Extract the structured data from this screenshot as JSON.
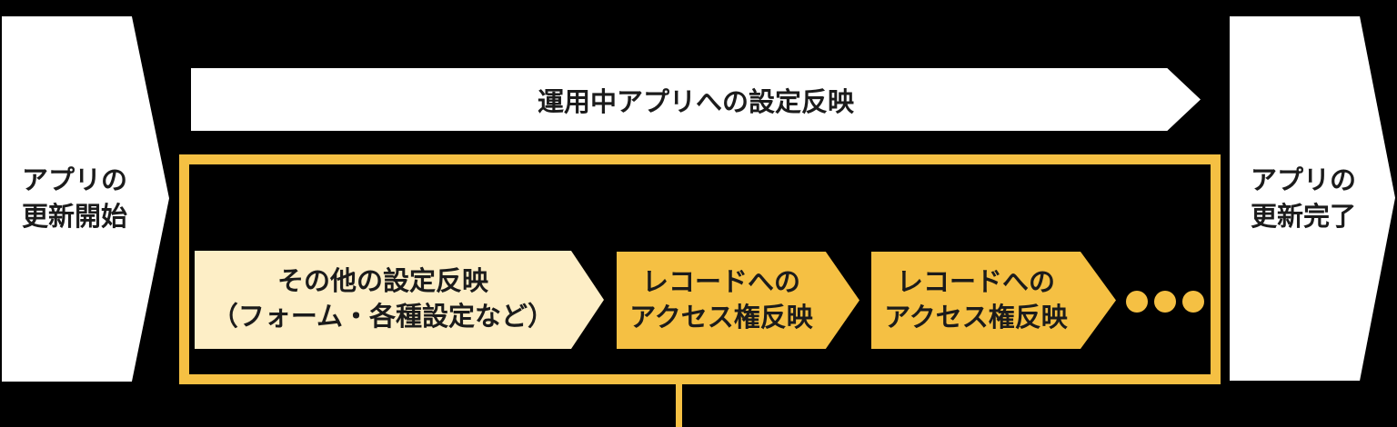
{
  "colors": {
    "background": "#000000",
    "shape_white": "#ffffff",
    "accent_orange": "#f5c043",
    "step_cream": "#fdeec6",
    "text_dark": "#1b1b1b"
  },
  "start_milestone": {
    "line1": "アプリの",
    "line2": "更新開始"
  },
  "end_milestone": {
    "line1": "アプリの",
    "line2": "更新完了"
  },
  "banner": {
    "label": "運用中アプリへの設定反映"
  },
  "process_box": {
    "steps": [
      {
        "style": "cream",
        "line1": "その他の設定反映",
        "line2": "（フォーム・各種設定など）"
      },
      {
        "style": "orange",
        "line1": "レコードへの",
        "line2": "アクセス権反映"
      },
      {
        "style": "orange",
        "line1": "レコードへの",
        "line2": "アクセス権反映"
      }
    ],
    "ellipsis_dot_count": 3
  }
}
